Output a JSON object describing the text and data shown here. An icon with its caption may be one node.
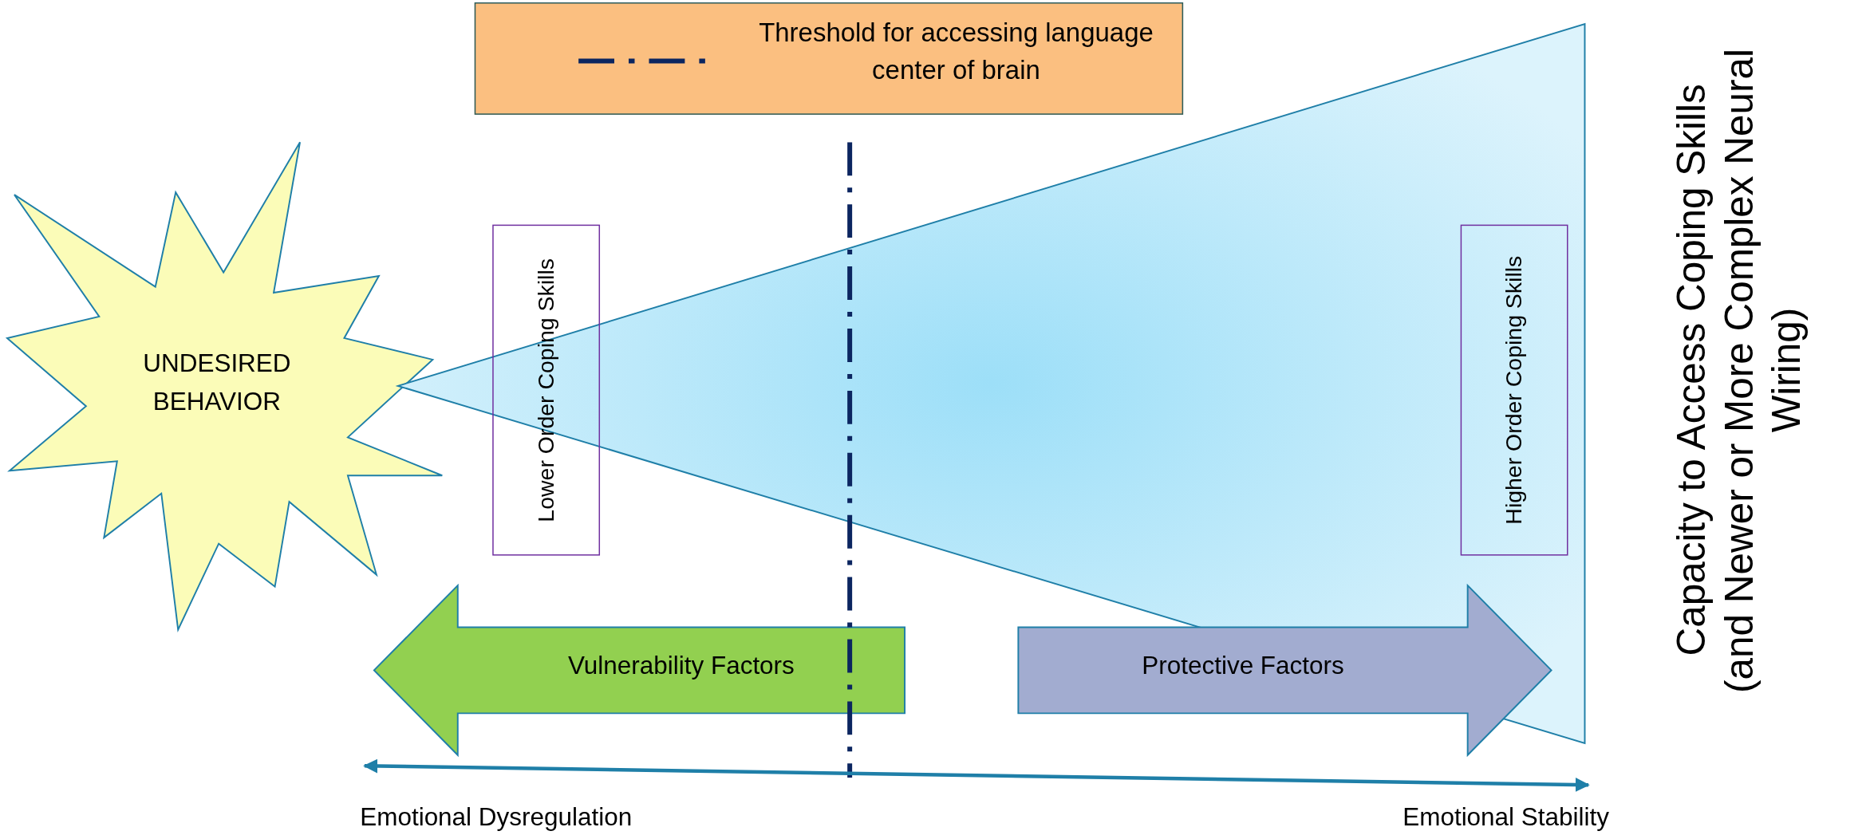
{
  "diagram": {
    "nodes": [
      {
        "text": [
          "UNDESIRED BEHAVIOR"
        ]
      },
      {
        "text": [
          "Lower Order Coping Skills"
        ]
      },
      {
        "text": [
          "Higher Order Coping Skills"
        ]
      },
      {
        "text": [
          "Vulnerability Factors"
        ]
      },
      {
        "text": [
          "Protective Factors"
        ]
      }
    ],
    "labels": [
      "Capacity to Access Coping Skills (and Newer or More Complex Neural Wiring)",
      "Emotional Dysregulation",
      "Emotional Stability"
    ],
    "legend": [
      {
        "text": "Threshold for accessing language center of brain"
      }
    ]
  }
}
